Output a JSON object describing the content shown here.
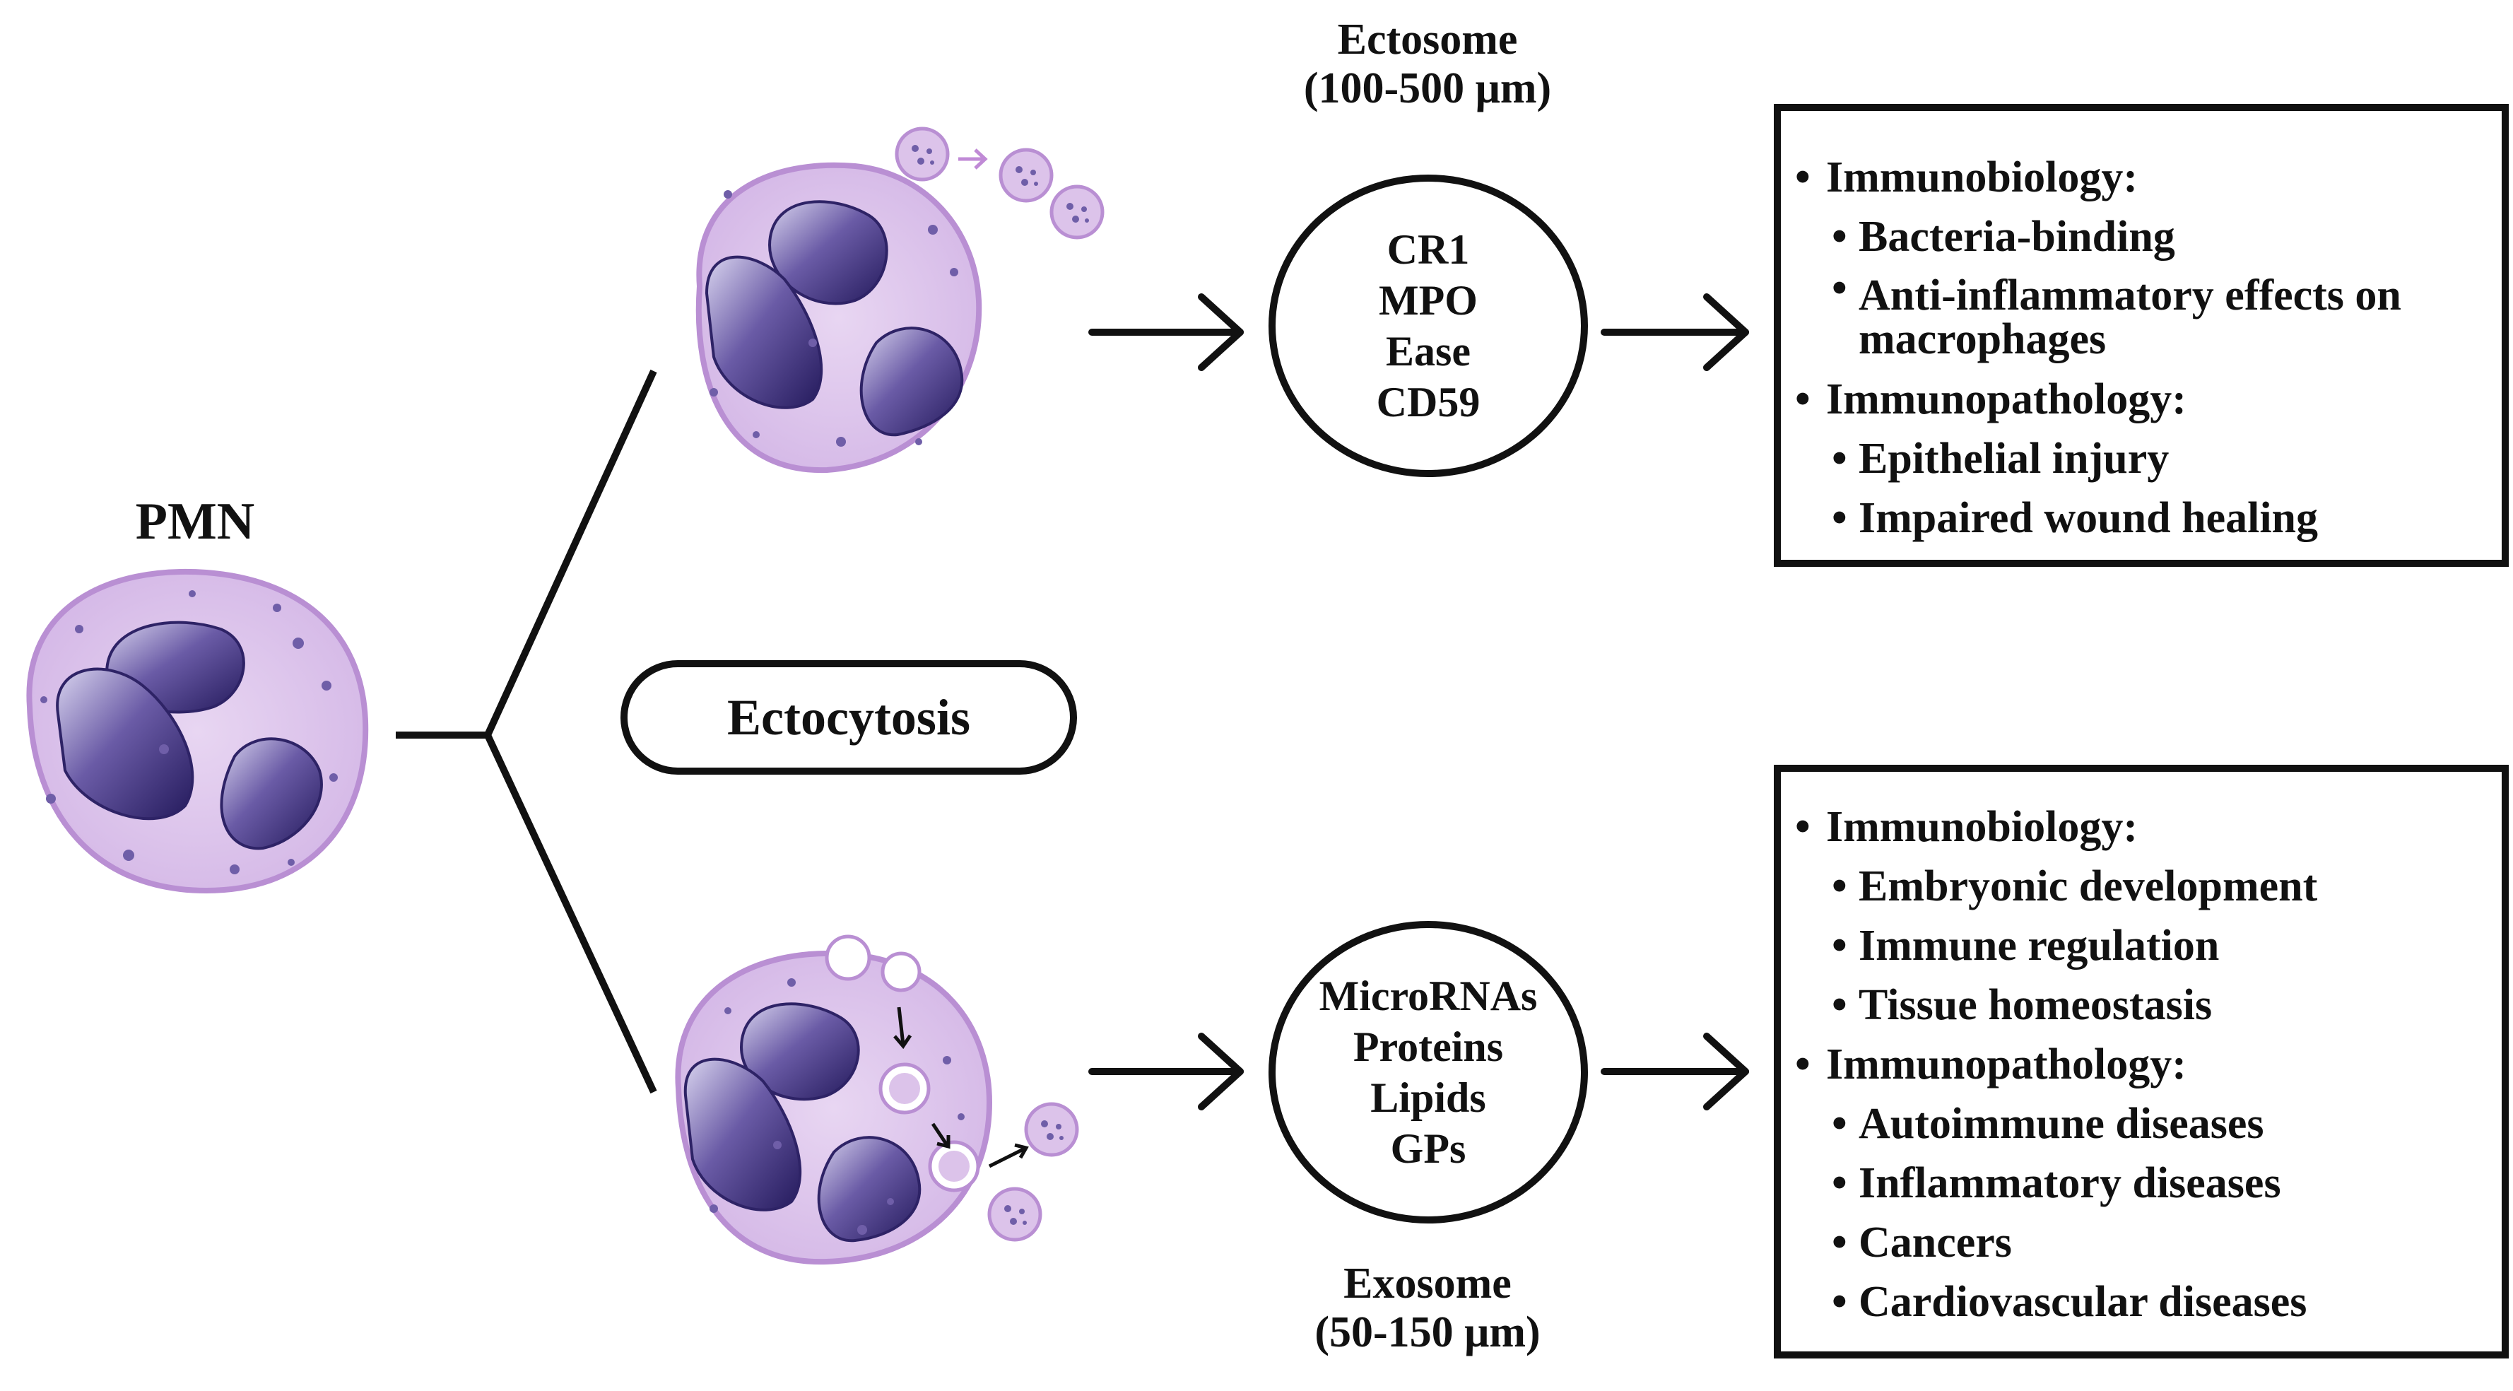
{
  "source": {
    "label": "PMN"
  },
  "process": {
    "label": "Ectocytosis"
  },
  "ectosome": {
    "name": "Ectosome",
    "size": "(100-500 μm)",
    "contents": [
      "CR1",
      "MPO",
      "Ease",
      "CD59"
    ],
    "effects": [
      {
        "heading": "Immunobiology:",
        "items": [
          "Bacteria-binding",
          "Anti-inflammatory effects on macrophages"
        ]
      },
      {
        "heading": "Immunopathology:",
        "items": [
          "Epithelial injury",
          "Impaired wound healing"
        ]
      }
    ]
  },
  "exosome": {
    "name": "Exosome",
    "size": "(50-150 μm)",
    "contents": [
      "MicroRNAs",
      "Proteins",
      "Lipids",
      "GPs"
    ],
    "effects": [
      {
        "heading": "Immunobiology:",
        "items": [
          "Embryonic development",
          "Immune regulation",
          "Tissue homeostasis"
        ]
      },
      {
        "heading": "Immunopathology:",
        "items": [
          "Autoimmune diseases",
          "Inflammatory diseases",
          "Cancers",
          "Cardiovascular diseases"
        ]
      }
    ]
  },
  "colors": {
    "cytoplasm": "#dcc3ea",
    "cytoplasm_edge": "#b98fd3",
    "nucleus_dark": "#2e2366",
    "nucleus_mid": "#5e4f9a",
    "nucleus_light": "#d6d2ee",
    "granule": "#6f5ea8",
    "line": "#111111"
  },
  "icons": {
    "cell": "neutrophil-cell-icon",
    "arrow": "right-arrow-icon"
  }
}
